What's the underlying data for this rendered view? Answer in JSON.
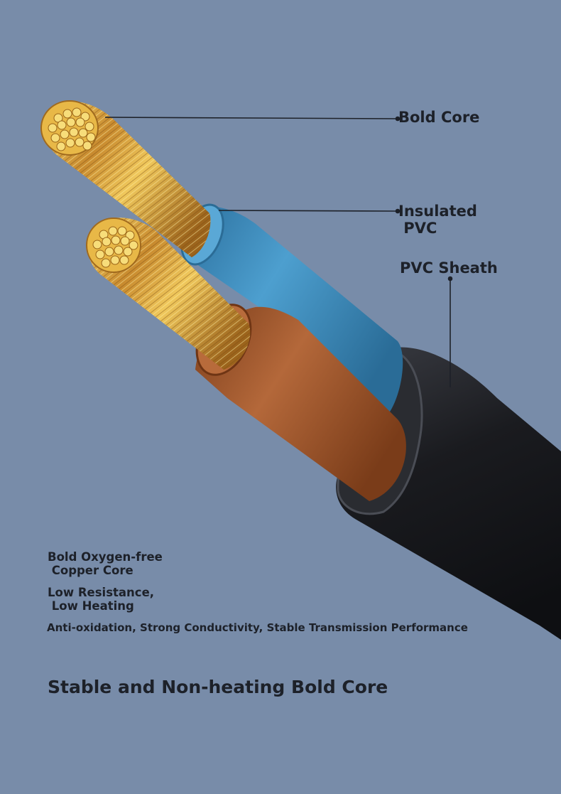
{
  "callouts": {
    "bold_core": "Bold Core",
    "insulated_pvc": "Insulated\n PVC",
    "pvc_sheath": "PVC Sheath"
  },
  "features": {
    "copper": "Bold Oxygen-free\n Copper Core",
    "resistance": "Low Resistance,\n Low Heating",
    "performance": "Anti-oxidation, Strong Conductivity, Stable Transmission Performance"
  },
  "headline": "Stable and Non-heating Bold Core",
  "colors": {
    "background": "#788ca9",
    "copper": "#d9a441",
    "blue_insulation": "#3f8fc0",
    "brown_insulation": "#a55a2b",
    "sheath": "#1c1d21",
    "text": "#1d2129"
  }
}
